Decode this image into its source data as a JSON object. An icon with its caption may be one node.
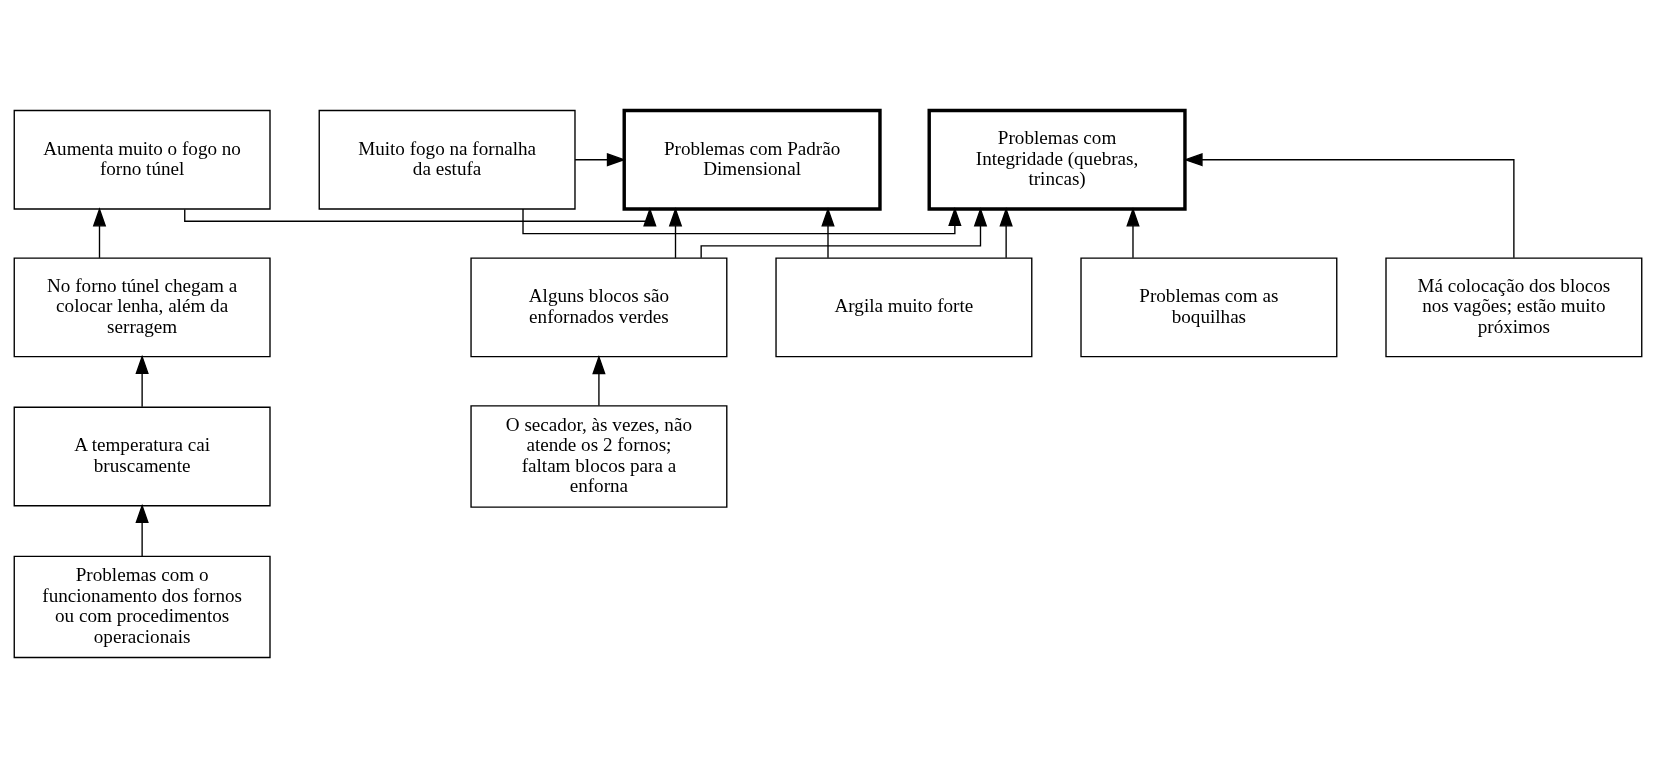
{
  "diagram": {
    "nodes": [
      {
        "text": [
          "Aumenta muito o fogo no forno túnel"
        ]
      },
      {
        "text": [
          "Problemas com Padrão Dimensional"
        ]
      },
      {
        "text": [
          "Muito fogo na fornalha da estufa"
        ]
      },
      {
        "text": [
          "Problemas com Integridade (quebras, trincas)"
        ]
      },
      {
        "text": [
          "No forno túnel chegam a colocar lenha, além da serragem"
        ]
      },
      {
        "text": [
          "Argila muito forte"
        ]
      },
      {
        "text": [
          "Má colocação dos blocos nos vagões; estão muito próximos"
        ]
      },
      {
        "text": [
          "A temperatura cai bruscamente"
        ]
      },
      {
        "text": [
          "Alguns blocos são enfornados verdes"
        ]
      },
      {
        "text": [
          "Problemas com as boquilhas"
        ]
      },
      {
        "text": [
          "Problemas com o funcionamento dos fornos ou com procedimentos operacionais"
        ]
      },
      {
        "text": [
          "O secador, às vezes, não atende os 2 fornos; faltam blocos para a enforna"
        ]
      }
    ],
    "edges": [
      {
        "from": 0,
        "to": 1,
        "arrow": "to"
      },
      {
        "from": 2,
        "to": 1,
        "arrow": "to"
      },
      {
        "from": 2,
        "to": 3,
        "arrow": "to"
      },
      {
        "from": 6,
        "to": 3,
        "arrow": "to"
      },
      {
        "from": 4,
        "to": 0,
        "arrow": "to"
      },
      {
        "from": 5,
        "to": 1,
        "arrow": "to"
      },
      {
        "from": 5,
        "to": 3,
        "arrow": "to"
      },
      {
        "from": 7,
        "to": 4,
        "arrow": "to"
      },
      {
        "from": 8,
        "to": 1,
        "arrow": "to"
      },
      {
        "from": 8,
        "to": 3,
        "arrow": "to"
      },
      {
        "from": 9,
        "to": 3,
        "arrow": "to"
      },
      {
        "from": 10,
        "to": 7,
        "arrow": "to"
      },
      {
        "from": 11,
        "to": 8,
        "arrow": "to"
      }
    ]
  }
}
